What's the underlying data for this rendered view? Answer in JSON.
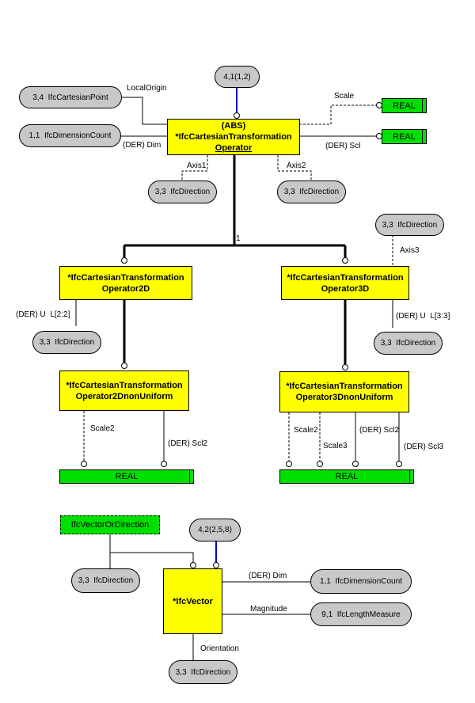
{
  "top": {
    "id_pill": "4,1(1,2)",
    "main_line1": "(ABS)",
    "main_line2": "*IfcCartesianTransformation",
    "main_line3": "Operator",
    "local_origin_pill": "3,4  IfcCartesianPoint",
    "local_origin_label": "LocalOrigin",
    "dim_pill": "1,1  IfcDimensionCount",
    "dim_label": "(DER) Dim",
    "scale_label": "Scale",
    "scale_real": "REAL",
    "scl_label": "(DER) Scl",
    "scl_real": "REAL",
    "axis1_label": "Axis1",
    "axis1_pill": "3,3  IfcDirection",
    "axis2_label": "Axis2",
    "axis2_pill": "3,3  IfcDirection",
    "one_label": "1"
  },
  "op2d": {
    "line1": "*IfcCartesianTransformation",
    "line2": "Operator2D",
    "u_label": "(DER) U  L[2:2]",
    "u_pill": "3,3  IfcDirection"
  },
  "op3d": {
    "line1": "*IfcCartesianTransformation",
    "line2": "Operator3D",
    "axis3_pill": "3,3  IfcDirection",
    "axis3_label": "Axis3",
    "u_label": "(DER) U  L[3:3]",
    "u_pill": "3,3  IfcDirection"
  },
  "op2dnu": {
    "line1": "*IfcCartesianTransformation",
    "line2": "Operator2DnonUniform",
    "scale2_label": "Scale2",
    "scl2_label": "(DER) Scl2",
    "real": "REAL"
  },
  "op3dnu": {
    "line1": "*IfcCartesianTransformation",
    "line2": "Operator3DnonUniform",
    "scale2_label": "Scale2",
    "scale3_label": "Scale3",
    "scl2_label": "(DER) Scl2",
    "scl3_label": "(DER) Scl3",
    "real": "REAL"
  },
  "vector": {
    "select_box": "IfcVectorOrDirection",
    "id_pill": "4,2(2,5,8)",
    "dir_pill": "3,3  IfcDirection",
    "name": "*IfcVector",
    "dim_label": "(DER) Dim",
    "dim_pill": "1,1  IfcDimensionCount",
    "magnitude_label": "Magnitude",
    "magnitude_pill": "9,1  IfcLengthMeasure",
    "orientation_label": "Orientation",
    "orientation_pill": "3,3  IfcDirection"
  }
}
